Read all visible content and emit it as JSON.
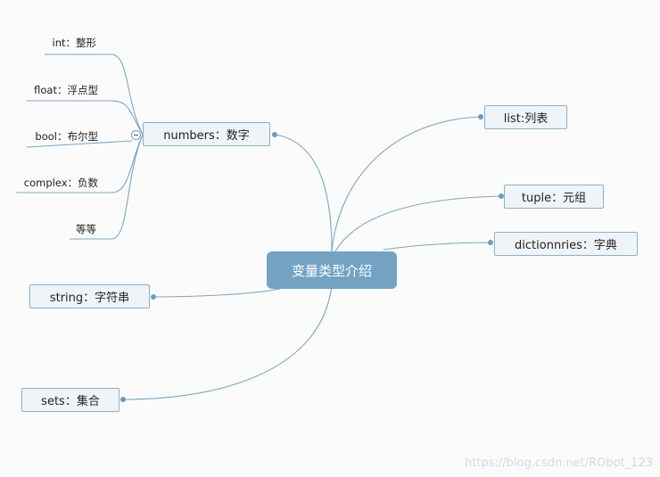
{
  "root": {
    "label": "变量类型介绍"
  },
  "nodes": {
    "numbers": "numbers：数字",
    "list": "list:列表",
    "tuple": "tuple：元组",
    "dict": "dictionnries：字典",
    "string": "string：字符串",
    "sets": "sets：集合"
  },
  "leaves": [
    "int：整形",
    "float：浮点型",
    "bool：布尔型",
    "complex：负数",
    "等等"
  ],
  "colors": {
    "line": "#7ea6c2",
    "root_fill": "#74a2c2",
    "node_fill": "#eef4f8",
    "node_border": "#8fb0c6"
  },
  "watermark": "https://blog.csdn.net/RObot_123"
}
